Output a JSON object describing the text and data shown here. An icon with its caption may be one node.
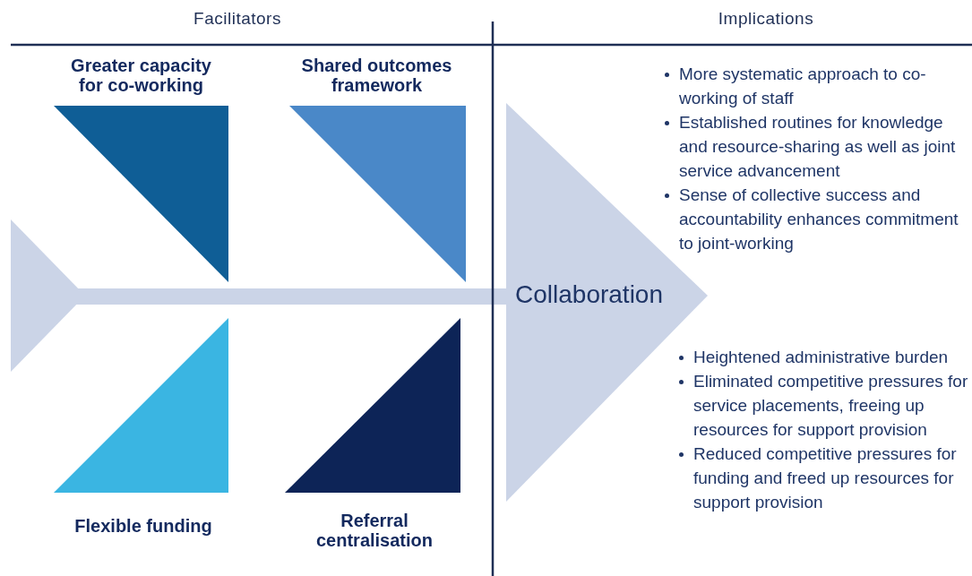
{
  "diagram": {
    "nodes": [
      {
        "text": [
          "Greater capacity for co-working"
        ]
      },
      {
        "text": [
          "Shared outcomes framework"
        ]
      },
      {
        "text": [
          "Flexible funding"
        ]
      },
      {
        "text": [
          "Referral centralisation"
        ]
      },
      {
        "text": [
          "Collaboration"
        ]
      }
    ],
    "labels": [
      "Facilitators",
      "Implications",
      "More systematic approach to co-working of staff",
      "Established routines for knowledge and resource-sharing as well as joint service advancement",
      "Sense of collective success and accountability enhances commitment to joint-working",
      "Heightened administrative burden",
      "Eliminated competitive pressures for service placements, freeing up resources for support provision",
      "Reduced competitive pressures for funding and freed up resources for support provision"
    ]
  }
}
